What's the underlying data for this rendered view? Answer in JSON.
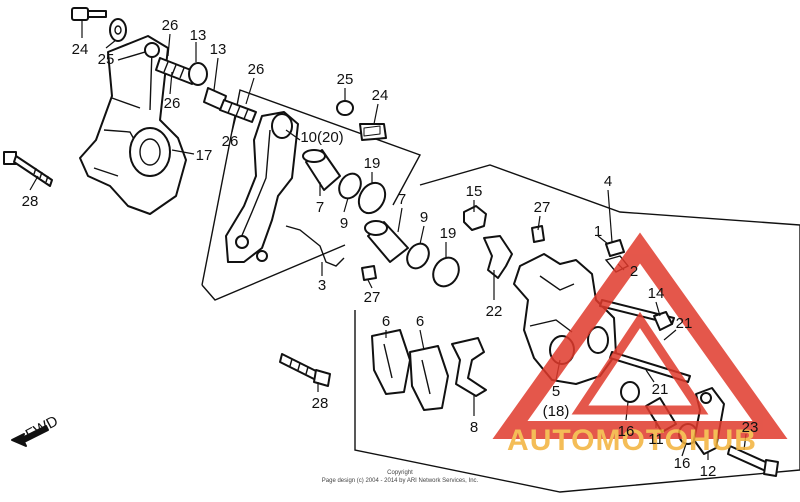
{
  "callouts": [
    {
      "id": "c24a",
      "text": "24"
    },
    {
      "id": "c25a",
      "text": "25"
    },
    {
      "id": "c26a",
      "text": "26"
    },
    {
      "id": "c26b",
      "text": "26"
    },
    {
      "id": "c13a",
      "text": "13"
    },
    {
      "id": "c13b",
      "text": "13"
    },
    {
      "id": "c26c",
      "text": "26"
    },
    {
      "id": "c26d",
      "text": "26"
    },
    {
      "id": "c17",
      "text": "17"
    },
    {
      "id": "c28a",
      "text": "28"
    },
    {
      "id": "c25b",
      "text": "25"
    },
    {
      "id": "c24b",
      "text": "24"
    },
    {
      "id": "c10",
      "text": "10(20)"
    },
    {
      "id": "c19a",
      "text": "19"
    },
    {
      "id": "c7a",
      "text": "7"
    },
    {
      "id": "c9a",
      "text": "9"
    },
    {
      "id": "c7b",
      "text": "7"
    },
    {
      "id": "c9b",
      "text": "9"
    },
    {
      "id": "c19b",
      "text": "19"
    },
    {
      "id": "c15",
      "text": "15"
    },
    {
      "id": "c3",
      "text": "3"
    },
    {
      "id": "c27a",
      "text": "27"
    },
    {
      "id": "c27b",
      "text": "27"
    },
    {
      "id": "c4",
      "text": "4"
    },
    {
      "id": "c1",
      "text": "1"
    },
    {
      "id": "c2",
      "text": "2"
    },
    {
      "id": "c22",
      "text": "22"
    },
    {
      "id": "c6a",
      "text": "6"
    },
    {
      "id": "c6b",
      "text": "6"
    },
    {
      "id": "c14",
      "text": "14"
    },
    {
      "id": "c21a",
      "text": "21"
    },
    {
      "id": "c21b",
      "text": "21"
    },
    {
      "id": "c5",
      "text": "5"
    },
    {
      "id": "c18",
      "text": "(18)"
    },
    {
      "id": "c28b",
      "text": "28"
    },
    {
      "id": "c8",
      "text": "8"
    },
    {
      "id": "c16a",
      "text": "16"
    },
    {
      "id": "c11",
      "text": "11"
    },
    {
      "id": "c16b",
      "text": "16"
    },
    {
      "id": "c12",
      "text": "12"
    },
    {
      "id": "c23",
      "text": "23"
    }
  ],
  "fwd_label": "FWD",
  "watermark": {
    "text": "AUTOMOTOHUB",
    "color_red": "#e03a2c",
    "color_orange": "#f3b23a"
  },
  "copyright": {
    "line1": "Copyright",
    "line2": "Page design (c) 2004 - 2014 by ARI Network Services, Inc."
  }
}
